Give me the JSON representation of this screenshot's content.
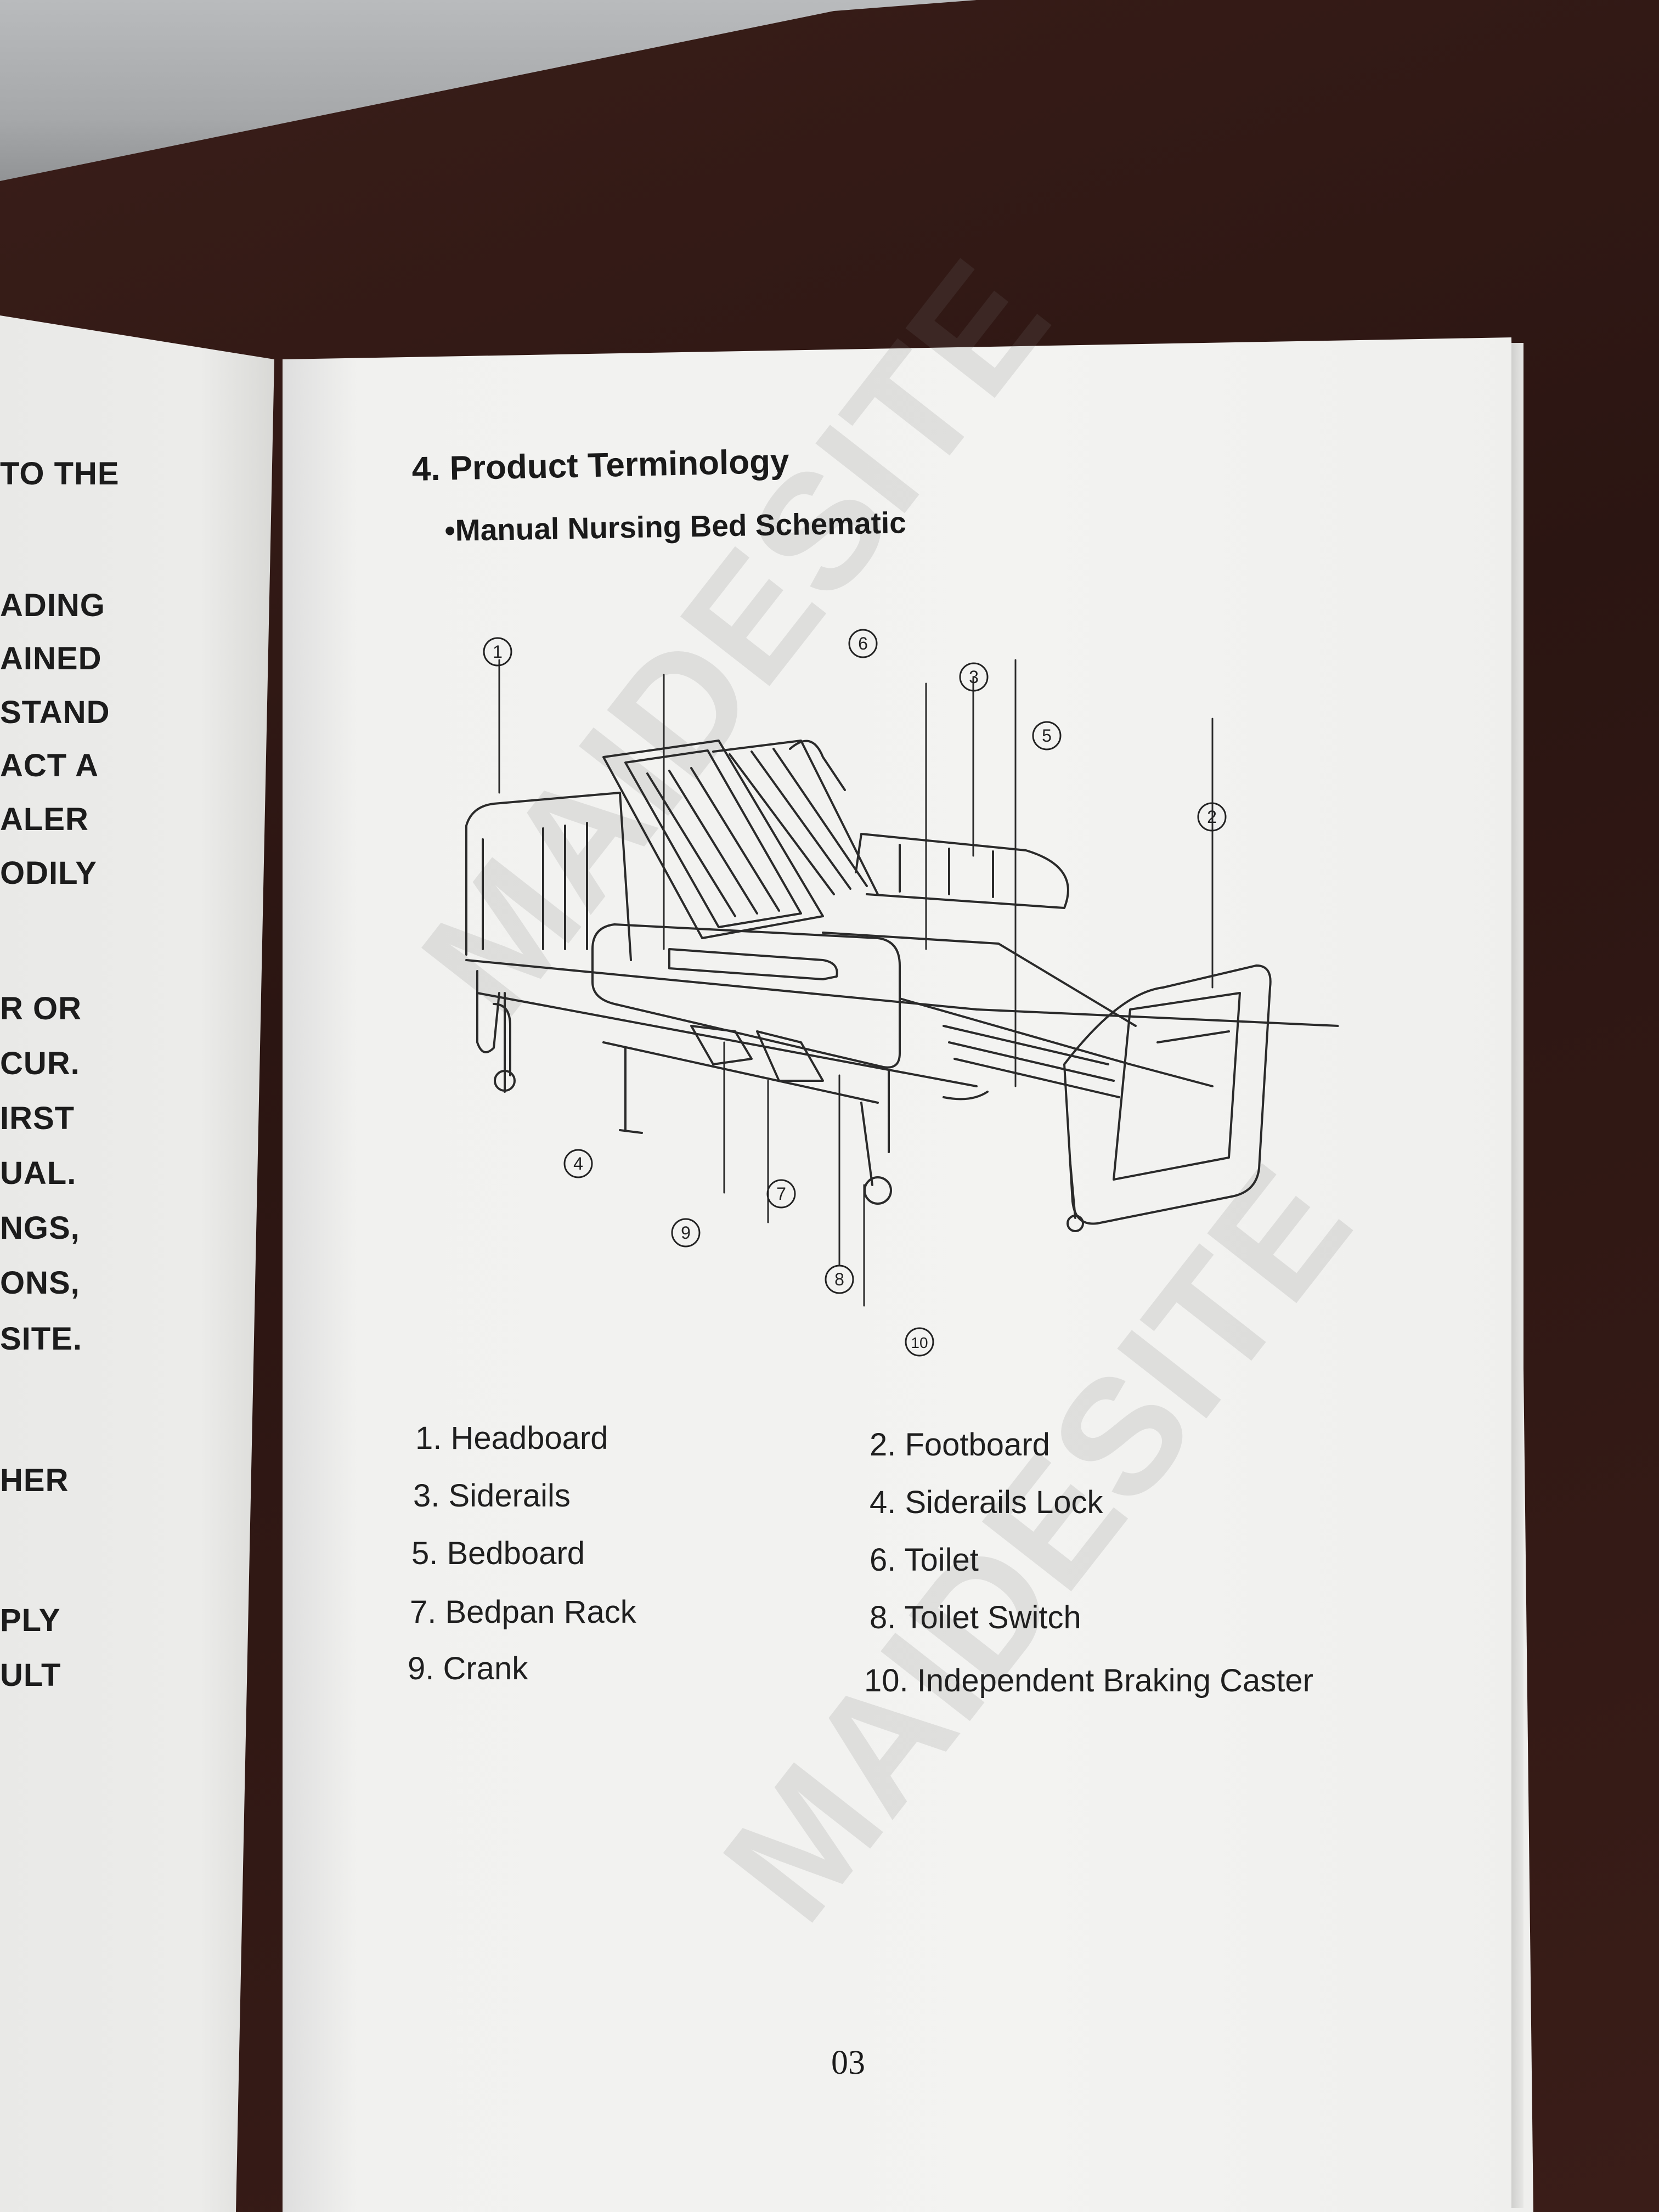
{
  "left_page": {
    "lines": [
      "TO THE",
      "ADING",
      "AINED",
      "STAND",
      "ACT A",
      "ALER",
      "ODILY",
      "R OR",
      "CUR.",
      "IRST",
      "UAL.",
      "NGS,",
      "ONS,",
      "SITE.",
      "HER",
      "PLY",
      "ULT"
    ]
  },
  "right_page": {
    "section_title": "4. Product Terminology",
    "subtitle": "•Manual Nursing Bed Schematic",
    "callouts": [
      "1",
      "2",
      "3",
      "4",
      "5",
      "6",
      "7",
      "8",
      "9",
      "10"
    ],
    "legend": [
      {
        "label": "1. Headboard"
      },
      {
        "label": "2. Footboard"
      },
      {
        "label": "3. Siderails"
      },
      {
        "label": "4. Siderails Lock"
      },
      {
        "label": "5. Bedboard"
      },
      {
        "label": "6. Toilet"
      },
      {
        "label": "7. Bedpan Rack"
      },
      {
        "label": "8. Toilet Switch"
      },
      {
        "label": "9. Crank"
      },
      {
        "label": "10. Independent Braking Caster"
      }
    ],
    "page_number": "03"
  },
  "watermark": {
    "text": "MAIDESITE"
  }
}
